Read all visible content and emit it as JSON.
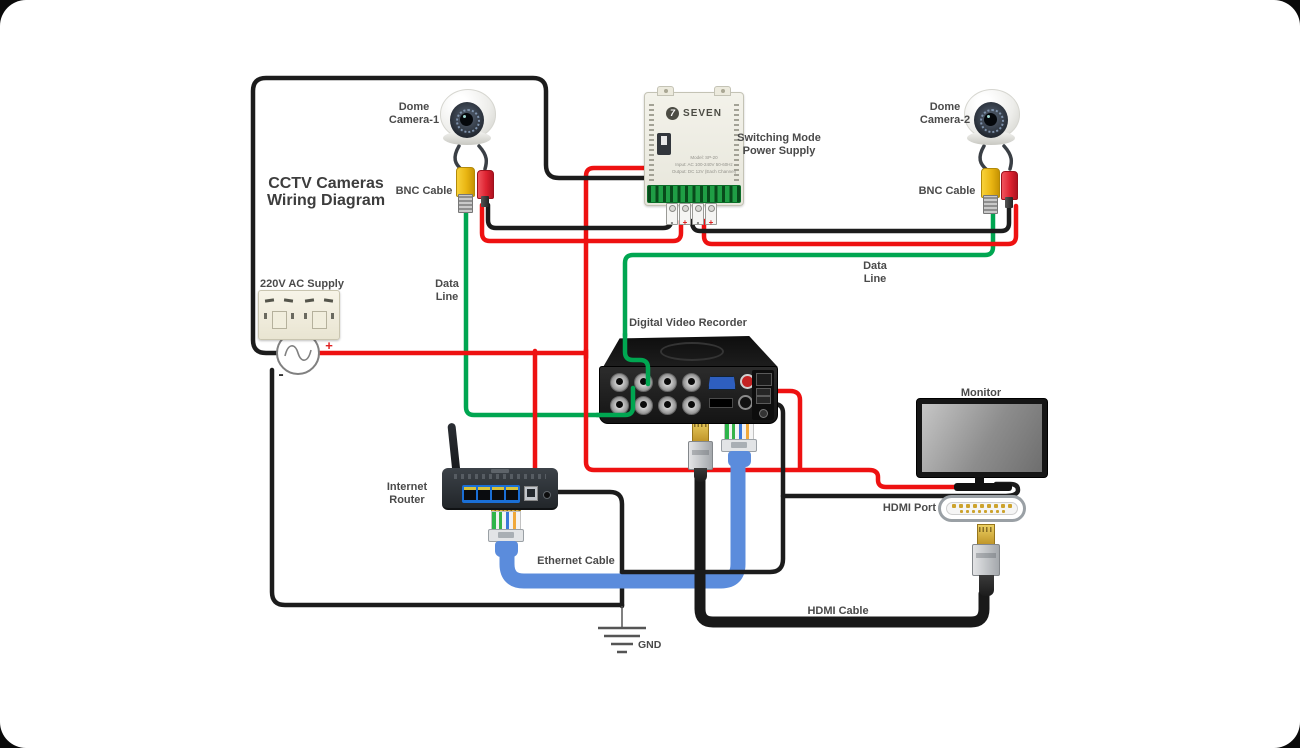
{
  "colors": {
    "wire_red": "#ee1111",
    "wire_green": "#00a651",
    "wire_black": "#1c1c1c",
    "cable_blue": "#5b8cdc",
    "pigtail_gray": "#3a3f45",
    "gnd_gray": "#555555",
    "label_gray": "#4a4a4a"
  },
  "labels": {
    "title": "CCTV Cameras\nWiring Diagram",
    "dome_camera_1": "Dome\nCamera-1",
    "dome_camera_2": "Dome\nCamera-2",
    "bnc_cable_1": "BNC Cable",
    "bnc_cable_2": "BNC Cable",
    "switching_psu": "Switching Mode\nPower Supply",
    "ac_supply": "220V AC Supply",
    "data_line_1": "Data\nLine",
    "data_line_2": "Data\nLine",
    "dvr": "Digital Video Recorder",
    "internet_router": "Internet\nRouter",
    "ethernet_cable": "Ethernet Cable",
    "monitor": "Monitor",
    "hdmi_port": "HDMI Port",
    "hdmi_cable": "HDMI Cable",
    "gnd": "GND",
    "ac_plus": "+",
    "ac_minus": "-"
  },
  "psu": {
    "brand": "SEVEN",
    "logo_glyph": "7",
    "model_lines": "Model: SP-20\nInput: AC 100-240V 50-60Hz\nOutput: DC 12V (Each Channel)",
    "terminals": [
      "-",
      "+",
      "-",
      "+"
    ]
  }
}
